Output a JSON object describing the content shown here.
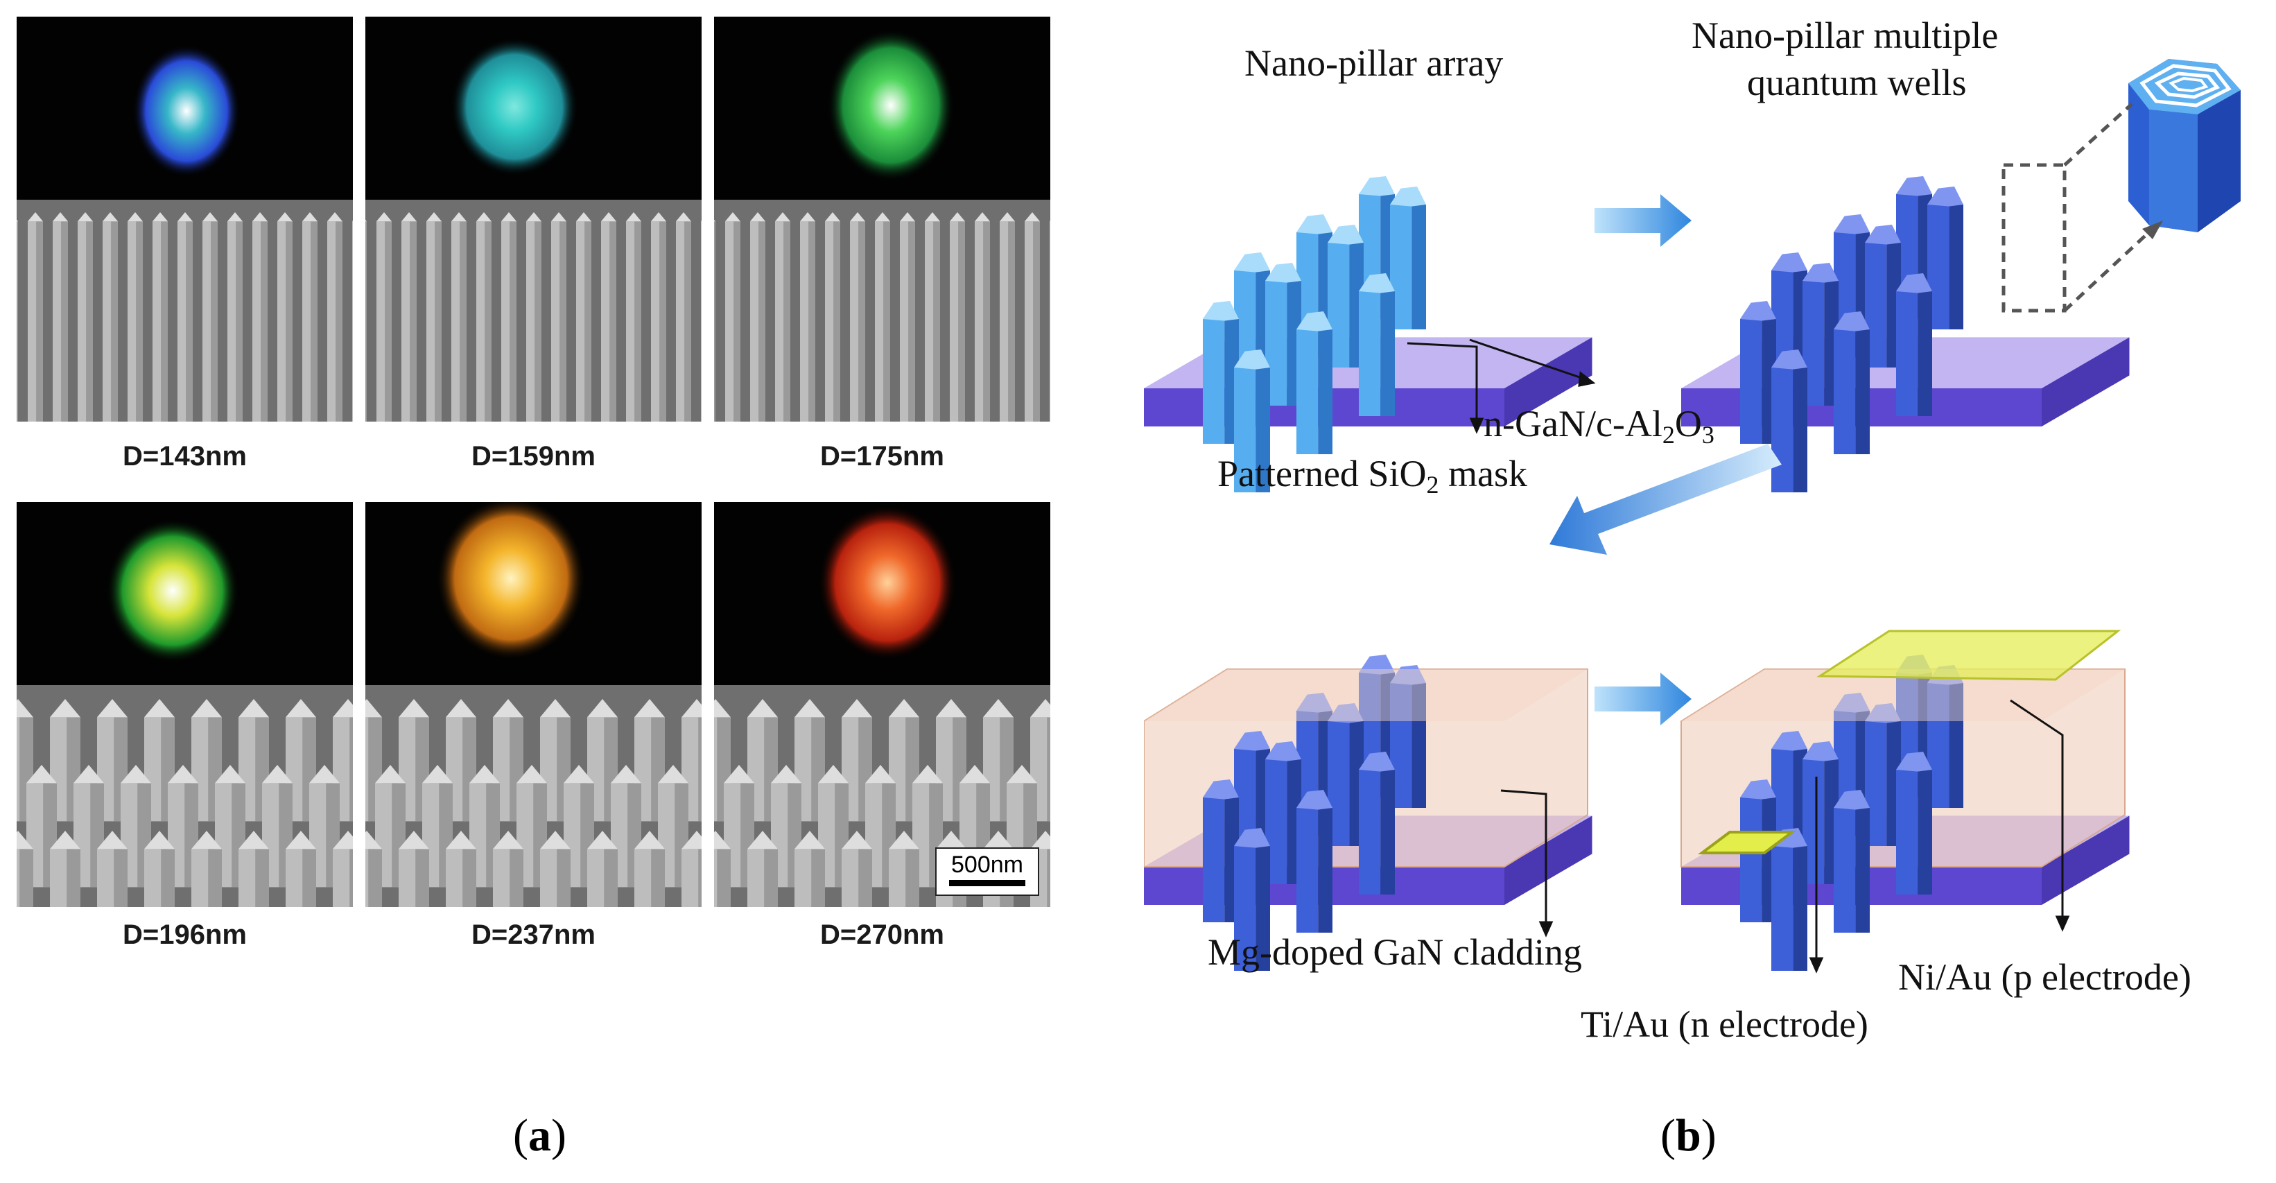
{
  "panel_a": {
    "label_text": "(a)",
    "label_letter": "a",
    "scale_bar": "500nm",
    "samples": [
      {
        "caption": "D=143nm",
        "emission": [
          "#2a4bd8",
          "#36b6c8",
          "#ffffff"
        ]
      },
      {
        "caption": "D=159nm",
        "emission": [
          "#1f8e98",
          "#2fc9c4",
          "#7fe8df"
        ]
      },
      {
        "caption": "D=175nm",
        "emission": [
          "#1b8d3a",
          "#4dd45a",
          "#ffffff"
        ]
      },
      {
        "caption": "D=196nm",
        "emission": [
          "#1f9a2c",
          "#d7e43a",
          "#ffffff"
        ]
      },
      {
        "caption": "D=237nm",
        "emission": [
          "#c06a12",
          "#f4b52b",
          "#fff3c0"
        ]
      },
      {
        "caption": "D=270nm",
        "emission": [
          "#b8220e",
          "#f0682a",
          "#ffd19a"
        ]
      }
    ]
  },
  "panel_b": {
    "label_letter": "b",
    "steps": {
      "nano_pillar_array": "Nano-pillar array",
      "mqw_line1": "Nano-pillar multiple",
      "mqw_line2": "quantum wells",
      "substrate_prefix": "n-GaN/c-Al",
      "substrate_sub1": "2",
      "substrate_mid": "O",
      "substrate_sub2": "3",
      "mask_prefix": "Patterned SiO",
      "mask_sub": "2",
      "mask_suffix": " mask",
      "cladding": "Mg-doped GaN cladding",
      "p_electrode": "Ni/Au (p electrode)",
      "n_electrode": "Ti/Au (n electrode)"
    },
    "colors": {
      "substrate_top": "#b9a9ef",
      "substrate_side": "#6b56d6",
      "pillar_light": "#5ab4f2",
      "pillar_dark": "#3f61d6",
      "cladding": "#f2cdb8",
      "electrode": "#e6f06a",
      "arrow": "#2f8fe0"
    }
  }
}
